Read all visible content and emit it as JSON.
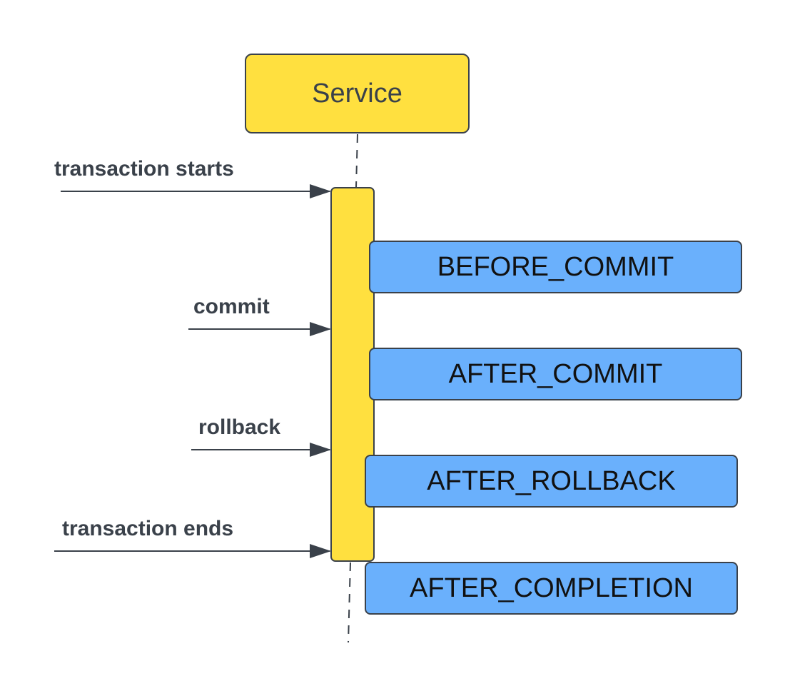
{
  "colors": {
    "actor_fill": "#ffe03f",
    "activation_fill": "#ffe03f",
    "phase_fill": "#6ab0fc",
    "line": "#3a414a"
  },
  "actor": {
    "label": "Service"
  },
  "messages": [
    {
      "label": "transaction starts"
    },
    {
      "label": "commit"
    },
    {
      "label": "rollback"
    },
    {
      "label": "transaction ends"
    }
  ],
  "phases": [
    {
      "label": "BEFORE_COMMIT"
    },
    {
      "label": "AFTER_COMMIT"
    },
    {
      "label": "AFTER_ROLLBACK"
    },
    {
      "label": "AFTER_COMPLETION"
    }
  ]
}
